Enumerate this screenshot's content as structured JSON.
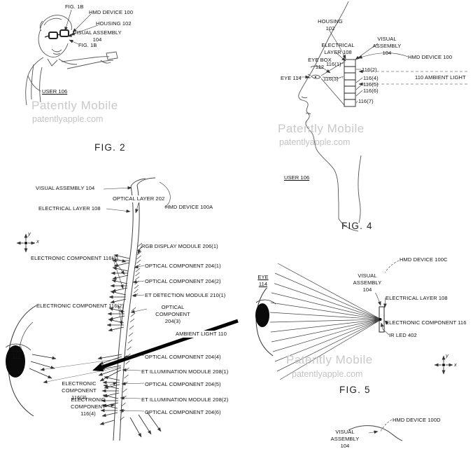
{
  "watermark": {
    "line1": "Patently Mobile",
    "line2": "patentlyapple.com"
  },
  "fig2": {
    "caption": "FIG. 2",
    "ref_fig1b_top": "FIG. 1B",
    "hmd_device": "HMD DEVICE 100",
    "housing": "HOUSING 102",
    "visual_assembly": "VISUAL ASSEMBLY\n104",
    "ref_fig1b_side": "FIG. 1B",
    "user": "USER 106"
  },
  "fig4": {
    "caption": "FIG. 4",
    "housing": "HOUSING\n102",
    "visual_assembly": "VISUAL ASSEMBLY\n104",
    "electrical_layer": "ELECTRICAL\nLAYER 108",
    "eye_box": "EYE BOX\n112",
    "hmd_device": "HMD DEVICE 100",
    "eye": "EYE 114",
    "components": [
      "116(1)",
      "116(2)",
      "116(3)",
      "116(4)",
      "116(5)",
      "116(6)",
      "116(7)"
    ],
    "ambient_light": "110 AMBIENT LIGHT",
    "user": "USER 106"
  },
  "fig3": {
    "visual_assembly": "VISUAL ASSEMBLY 104",
    "optical_layer": "OPTICAL LAYER 202",
    "electrical_layer": "ELECTRICAL LAYER 108",
    "hmd_device": "HMD DEVICE 100A",
    "eye": "EYE\n114",
    "axis": {
      "x": "x",
      "y": "y"
    },
    "electronic_components": [
      "ELECTRONIC COMPONENT 116(1)",
      "ELECTRONIC COMPONENT 116(2)",
      "ELECTRONIC COMPONENT\n116(3)",
      "ELECTRONIC\nCOMPONENT\n116(4)"
    ],
    "optical_labels": [
      "RGB DISPLAY MODULE 206(1)",
      "OPTICAL COMPONENT 204(1)",
      "OPTICAL COMPONENT 204(2)",
      "ET DETECTION MODULE 210(1)",
      "OPTICAL COMPONENT\n204(3)",
      "AMBIENT LIGHT 110",
      "OPTICAL COMPONENT 204(4)",
      "ET ILLUMINATION MODULE 208(1)",
      "OPTICAL COMPONENT 204(5)",
      "ET ILLUMINATION MODULE 208(2)",
      "OPTICAL COMPONENT 204(6)"
    ]
  },
  "fig5": {
    "caption": "FIG. 5",
    "hmd_device": "HMD DEVICE 100C",
    "eye": "EYE\n114",
    "visual_assembly": "VISUAL ASSEMBLY\n104",
    "electrical_layer": "ELECTRICAL LAYER 108",
    "electronic_component": "ELECTRONIC COMPONENT 116",
    "ir_led": "IR LED 402",
    "axis": {
      "x": "x",
      "y": "y"
    }
  },
  "fig6": {
    "hmd_device": "HMD DEVICE 100D",
    "visual_assembly": "VISUAL ASSEMBLY\n104"
  }
}
